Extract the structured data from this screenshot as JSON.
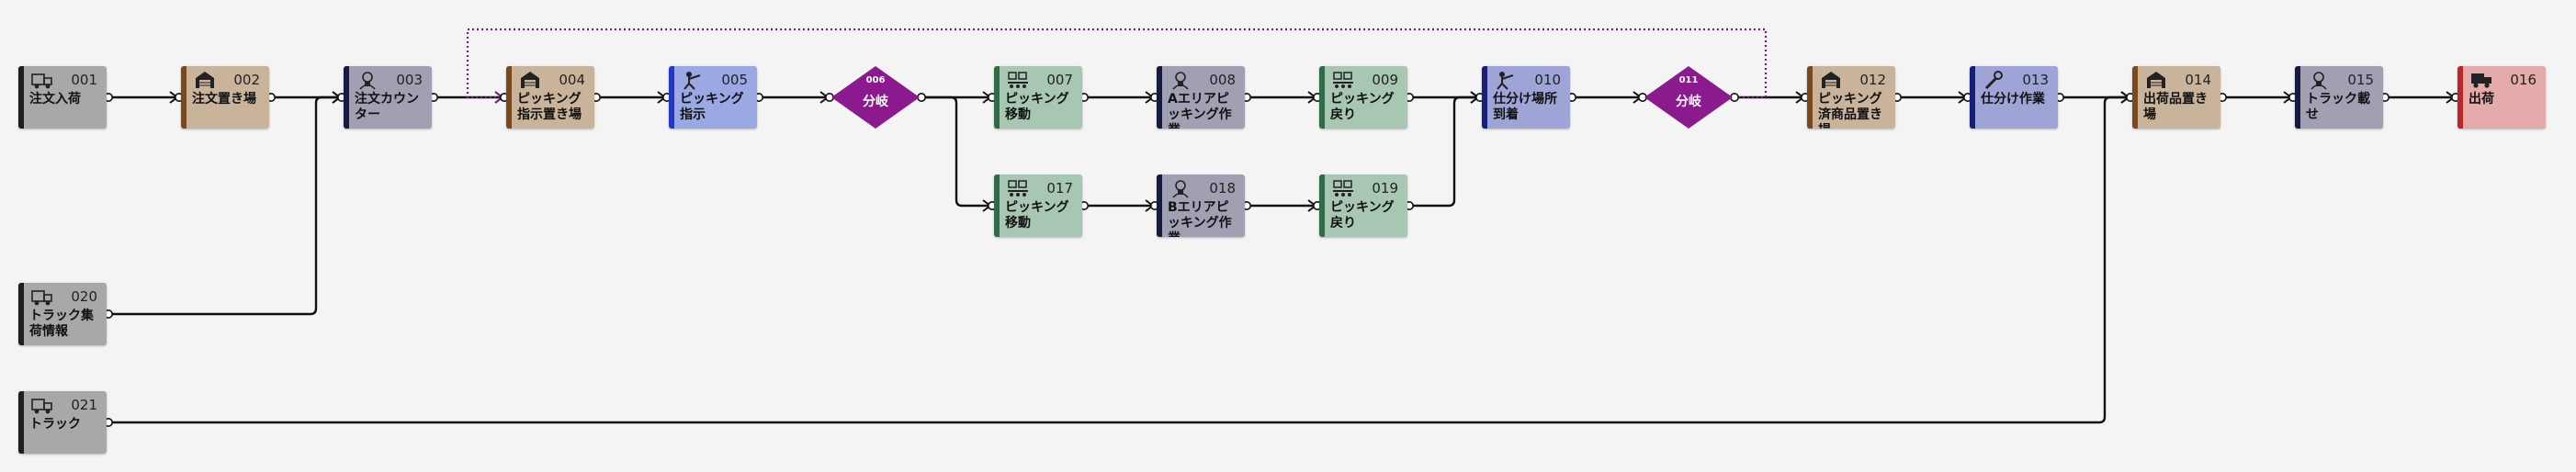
{
  "nodes": [
    {
      "id": "001",
      "label": "注文入荷",
      "icon": "truck-icon",
      "color": "gray"
    },
    {
      "id": "002",
      "label": "注文置き場",
      "icon": "warehouse-icon",
      "color": "brown"
    },
    {
      "id": "003",
      "label": "注文カウンター",
      "icon": "worker-icon",
      "color": "slate"
    },
    {
      "id": "004",
      "label": "ピッキング指示置き場",
      "icon": "warehouse-icon",
      "color": "brown"
    },
    {
      "id": "005",
      "label": "ピッキング指示",
      "icon": "operator-icon",
      "color": "blue"
    },
    {
      "id": "006",
      "label": "分岐",
      "icon": "decision-icon",
      "color": "purple"
    },
    {
      "id": "007",
      "label": "ピッキング移動",
      "icon": "conveyor-icon",
      "color": "green"
    },
    {
      "id": "008",
      "label": "Aエリアピッキング作業",
      "icon": "worker-icon",
      "color": "slate"
    },
    {
      "id": "009",
      "label": "ピッキング戻り",
      "icon": "conveyor-icon",
      "color": "green"
    },
    {
      "id": "010",
      "label": "仕分け場所到着",
      "icon": "operator-icon",
      "color": "lavender"
    },
    {
      "id": "011",
      "label": "分岐",
      "icon": "decision-icon",
      "color": "purple"
    },
    {
      "id": "012",
      "label": "ピッキング済商品置き場",
      "icon": "warehouse-icon",
      "color": "brown"
    },
    {
      "id": "013",
      "label": "仕分け作業",
      "icon": "tool-icon",
      "color": "lavender"
    },
    {
      "id": "014",
      "label": "出荷品置き場",
      "icon": "warehouse-icon",
      "color": "brown"
    },
    {
      "id": "015",
      "label": "トラック載せ",
      "icon": "worker-icon",
      "color": "slate"
    },
    {
      "id": "016",
      "label": "出荷",
      "icon": "shipping-truck-icon",
      "color": "red"
    },
    {
      "id": "017",
      "label": "ピッキング移動",
      "icon": "conveyor-icon",
      "color": "green"
    },
    {
      "id": "018",
      "label": "Bエリアピッキング作業",
      "icon": "worker-icon",
      "color": "slate"
    },
    {
      "id": "019",
      "label": "ピッキング戻り",
      "icon": "conveyor-icon",
      "color": "green"
    },
    {
      "id": "020",
      "label": "トラック集荷情報",
      "icon": "truck-icon",
      "color": "gray"
    },
    {
      "id": "021",
      "label": "トラック",
      "icon": "truck-icon",
      "color": "gray"
    }
  ],
  "edges": [
    [
      "001",
      "002"
    ],
    [
      "002",
      "003"
    ],
    [
      "020",
      "003"
    ],
    [
      "003",
      "004"
    ],
    [
      "004",
      "005"
    ],
    [
      "005",
      "006"
    ],
    [
      "006",
      "007"
    ],
    [
      "006",
      "017"
    ],
    [
      "007",
      "008"
    ],
    [
      "008",
      "009"
    ],
    [
      "009",
      "010"
    ],
    [
      "017",
      "018"
    ],
    [
      "018",
      "019"
    ],
    [
      "019",
      "010"
    ],
    [
      "010",
      "011"
    ],
    [
      "011",
      "012"
    ],
    [
      "011",
      "004"
    ],
    [
      "012",
      "013"
    ],
    [
      "013",
      "014"
    ],
    [
      "021",
      "014"
    ],
    [
      "014",
      "015"
    ],
    [
      "015",
      "016"
    ]
  ],
  "palette": {
    "gray": {
      "fill": "#a8a8a8",
      "bar": "#1e1e1e"
    },
    "brown": {
      "fill": "#c9b39b",
      "bar": "#7a4a1e"
    },
    "slate": {
      "fill": "#a0a0b2",
      "bar": "#141a40"
    },
    "blue": {
      "fill": "#9aa9e4",
      "bar": "#2438c8"
    },
    "purple": {
      "fill": "#8a1a8e",
      "bar": "#8a1a8e"
    },
    "green": {
      "fill": "#a7c7b2",
      "bar": "#2f6b46"
    },
    "lavender": {
      "fill": "#9ea4d6",
      "bar": "#161e7a"
    },
    "red": {
      "fill": "#e5aaaa",
      "bar": "#b82828"
    }
  }
}
